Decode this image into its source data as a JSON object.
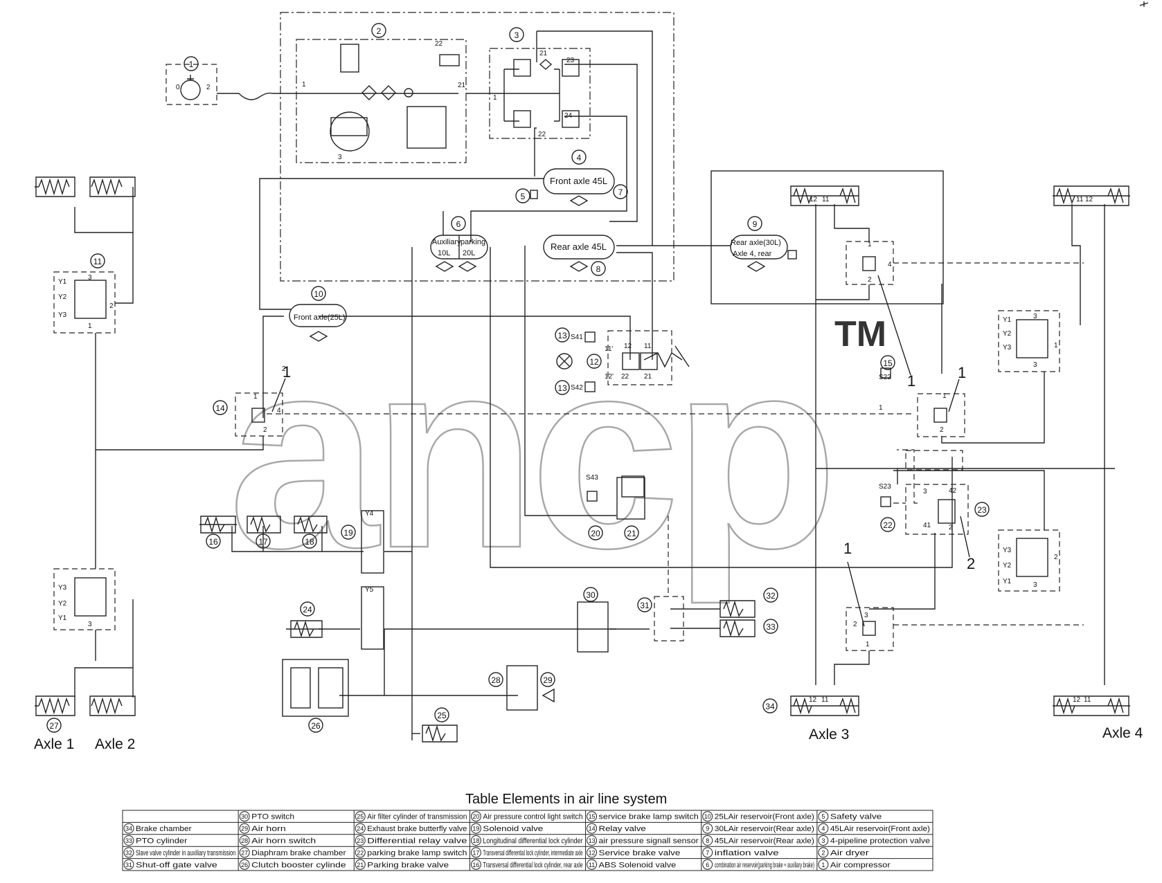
{
  "callouts": [
    {
      "n": "1"
    },
    {
      "n": "2"
    },
    {
      "n": "3"
    },
    {
      "n": "4"
    },
    {
      "n": "5"
    },
    {
      "n": "6"
    },
    {
      "n": "7"
    },
    {
      "n": "8"
    },
    {
      "n": "9"
    },
    {
      "n": "10"
    },
    {
      "n": "11"
    },
    {
      "n": "12"
    },
    {
      "n": "13"
    },
    {
      "n": "13"
    },
    {
      "n": "14"
    },
    {
      "n": "15"
    },
    {
      "n": "16"
    },
    {
      "n": "17"
    },
    {
      "n": "18"
    },
    {
      "n": "19"
    },
    {
      "n": "20"
    },
    {
      "n": "21"
    },
    {
      "n": "22"
    },
    {
      "n": "23"
    },
    {
      "n": "24"
    },
    {
      "n": "25"
    },
    {
      "n": "26"
    },
    {
      "n": "27"
    },
    {
      "n": "28"
    },
    {
      "n": "29"
    },
    {
      "n": "30"
    },
    {
      "n": "31"
    },
    {
      "n": "32"
    },
    {
      "n": "33"
    },
    {
      "n": "34"
    }
  ],
  "reservoirs": {
    "front_45": "Front axle 45L",
    "aux_a": "Auxiliary",
    "aux_b": "10L",
    "park_a": "parking",
    "park_b": "20L",
    "rear_45": "Rear axle 45L",
    "rear_30_a": "Rear axle(30L)",
    "rear_30_b": "Axle 4, rear",
    "front_25": "Front axle(25L)"
  },
  "port_labels": [
    "0",
    "2",
    "1",
    "22",
    "21",
    "3",
    "21",
    "23",
    "24",
    "22",
    "1",
    "2",
    "1",
    "4",
    "2",
    "4",
    "1",
    "2",
    "11",
    "12",
    "11",
    "12",
    "12",
    "11",
    "11",
    "12",
    "12",
    "11",
    "22",
    "21",
    "11'",
    "12'",
    "1",
    "2",
    "3",
    "1",
    "2",
    "3",
    "41",
    "42",
    "2",
    "1",
    "Y1",
    "Y2",
    "Y3",
    "Y1",
    "Y2",
    "Y3",
    "Y3",
    "Y2",
    "Y1",
    "Y3",
    "Y2",
    "Y1",
    "3",
    "3",
    "3",
    "3",
    "1",
    "2",
    "3",
    "2",
    "1",
    "Y4",
    "Y5",
    "S41",
    "S42",
    "S43",
    "S22",
    "S23"
  ],
  "leader_numbers": [
    "1",
    "1",
    "1",
    "1",
    "2"
  ],
  "axles": [
    "Axle 1",
    "Axle 2",
    "Axle 3",
    "Axle 4"
  ],
  "watermark": {
    "text": "ancp",
    "tm": "TM"
  },
  "table": {
    "title": "Table Elements in air line system",
    "columns": [
      [
        {
          "n": "",
          "label": ""
        },
        {
          "n": "34",
          "label": "Brake chamber"
        },
        {
          "n": "33",
          "label": "PTO cylinder"
        },
        {
          "n": "32",
          "label": "Slave valve cylinder in auxiliary transmission"
        },
        {
          "n": "31",
          "label": "Shut-off gate valve"
        }
      ],
      [
        {
          "n": "30",
          "label": "PTO switch"
        },
        {
          "n": "29",
          "label": "Air horn"
        },
        {
          "n": "28",
          "label": "Air horn switch"
        },
        {
          "n": "27",
          "label": "Diaphram brake chamber"
        },
        {
          "n": "26",
          "label": "Clutch booster cylinde"
        }
      ],
      [
        {
          "n": "25",
          "label": "Air filter cylinder of transmission"
        },
        {
          "n": "24",
          "label": "Exhaust brake butterfly valve"
        },
        {
          "n": "23",
          "label": "Differential relay valve"
        },
        {
          "n": "22",
          "label": "parking brake lamp switch"
        },
        {
          "n": "21",
          "label": "Parking brake valve"
        }
      ],
      [
        {
          "n": "20",
          "label": "Air pressure control light switch"
        },
        {
          "n": "19",
          "label": "Solenoid valve"
        },
        {
          "n": "18",
          "label": "Longitudinal differential lock cylinder"
        },
        {
          "n": "17",
          "label": "Transversal differential lock cylinder, intermediate axle"
        },
        {
          "n": "16",
          "label": "Transversal differential lock cylinder, rear axle"
        }
      ],
      [
        {
          "n": "15",
          "label": "service brake lamp switch"
        },
        {
          "n": "14",
          "label": "Relay valve"
        },
        {
          "n": "13",
          "label": "air pressure signall sensor"
        },
        {
          "n": "12",
          "label": "Service brake valve"
        },
        {
          "n": "11",
          "label": "ABS Solenoid valve"
        }
      ],
      [
        {
          "n": "10",
          "label": "25LAir reservoir(Front axle)"
        },
        {
          "n": "9",
          "label": "30LAir reservoir(Rear axle)"
        },
        {
          "n": "8",
          "label": "45LAir reservoir(Rear axle)"
        },
        {
          "n": "7",
          "label": "inflation valve"
        },
        {
          "n": "6",
          "label": "combination air reservoir(parking brake + auxiliary brake)"
        }
      ],
      [
        {
          "n": "5",
          "label": "Safety valve"
        },
        {
          "n": "4",
          "label": "45LAir reservoir(Front axle)"
        },
        {
          "n": "3",
          "label": "4-pipeline protection valve"
        },
        {
          "n": "2",
          "label": "Air dryer"
        },
        {
          "n": "1",
          "label": "Air compressor"
        }
      ]
    ]
  }
}
